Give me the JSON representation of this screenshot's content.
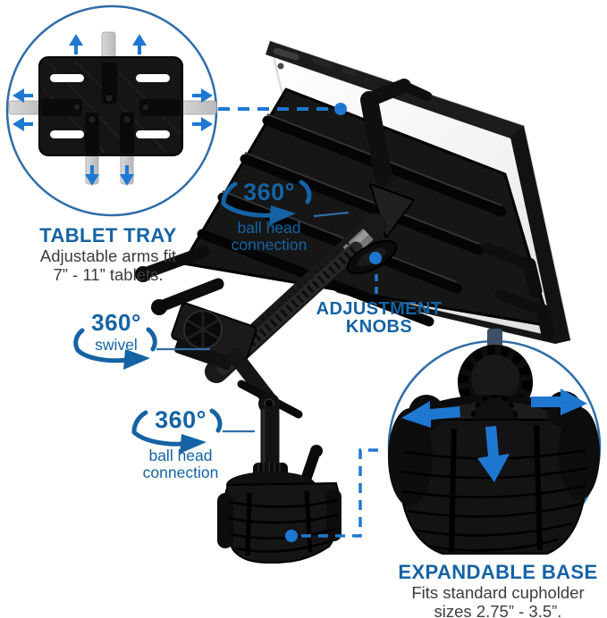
{
  "colors": {
    "label_blue": "#1563A4",
    "accent_blue": "#1E78D2",
    "line_blue": "#2F6DA8",
    "body_text": "#3C3C3C",
    "background": "#FFFFFF"
  },
  "insets": {
    "tablet_tray": {
      "heading": "TABLET TRAY",
      "line1": "Adjustable arms fit",
      "line2": "7” - 11” tablets."
    },
    "expandable_base": {
      "heading": "EXPANDABLE BASE",
      "line1": "Fits standard cupholder",
      "line2": "sizes 2.75” - 3.5”."
    }
  },
  "callouts": {
    "ball_head_top": {
      "degree": "360°",
      "line1": "ball head",
      "line2": "connection"
    },
    "swivel": {
      "degree": "360°",
      "label": "swivel"
    },
    "ball_head_bottom": {
      "degree": "360°",
      "line1": "ball head",
      "line2": "connection"
    },
    "adjustment_knobs": {
      "line1": "ADJUSTMENT",
      "line2": "KNOBS"
    }
  }
}
